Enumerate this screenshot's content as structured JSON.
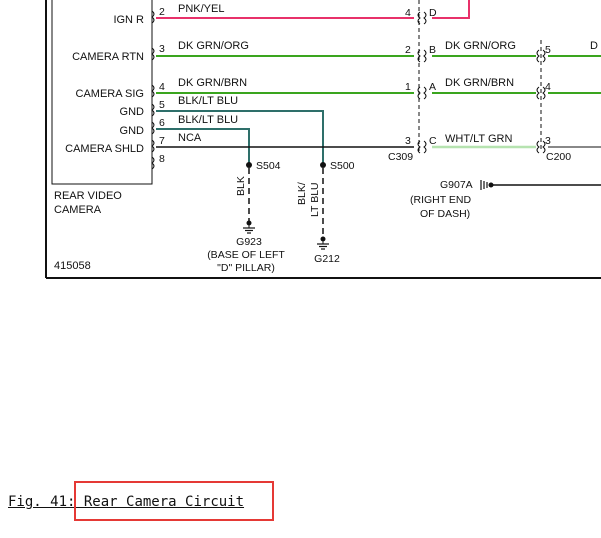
{
  "caption": {
    "prefix": "Fig. 41",
    "colon": ":",
    "title": " Rear Camera Circuit"
  },
  "diagram_id": "415058",
  "colors": {
    "pnk_yel": "#e8316a",
    "dk_grn": "#3aa51e",
    "blk_lt_blu": "#2e6f6a",
    "wht_lt_grn": "#b6e3b0",
    "black": "#111111",
    "highlight": "#e53935"
  },
  "camera": {
    "name_line1": "REAR VIDEO",
    "name_line2": "CAMERA",
    "pins": [
      {
        "label": "IGN R",
        "pin": "2"
      },
      {
        "label": "CAMERA RTN",
        "pin": "3"
      },
      {
        "label": "CAMERA SIG",
        "pin": "4"
      },
      {
        "label": "GND",
        "pin": "5"
      },
      {
        "label": "GND",
        "pin": "6"
      },
      {
        "label": "CAMERA SHLD",
        "pin": "7"
      },
      {
        "label": "",
        "pin": "8"
      }
    ]
  },
  "wires": {
    "w1": "PNK/YEL",
    "w2": "DK GRN/ORG",
    "w3": "DK GRN/BRN",
    "w4": "BLK/LT BLU",
    "w5": "BLK/LT BLU",
    "w6": "NCA",
    "c309_w2": "DK GRN/ORG",
    "c309_w3": "DK GRN/BRN",
    "c309_w4": "WHT/LT GRN",
    "blk_vert": "BLK",
    "blk_lt_blu_vert1": "BLK/",
    "blk_lt_blu_vert2": "LT BLU"
  },
  "c309": {
    "name": "C309",
    "pins": [
      {
        "num": "4",
        "letter": "D"
      },
      {
        "num": "2",
        "letter": "B"
      },
      {
        "num": "1",
        "letter": "A"
      },
      {
        "num": "3",
        "letter": "C"
      }
    ]
  },
  "c200": {
    "name": "C200",
    "pins": [
      "5",
      "4",
      "3"
    ]
  },
  "splices": {
    "s504": "S504",
    "s500": "S500"
  },
  "grounds": {
    "g923": "G923",
    "g923_note1": "(BASE OF LEFT",
    "g923_note2": "\"D\" PILLAR)",
    "g212": "G212",
    "g907a": "G907A",
    "g907a_note1": "(RIGHT END",
    "g907a_note2": "OF DASH)"
  },
  "edge_text": {
    "right_top": "D"
  }
}
